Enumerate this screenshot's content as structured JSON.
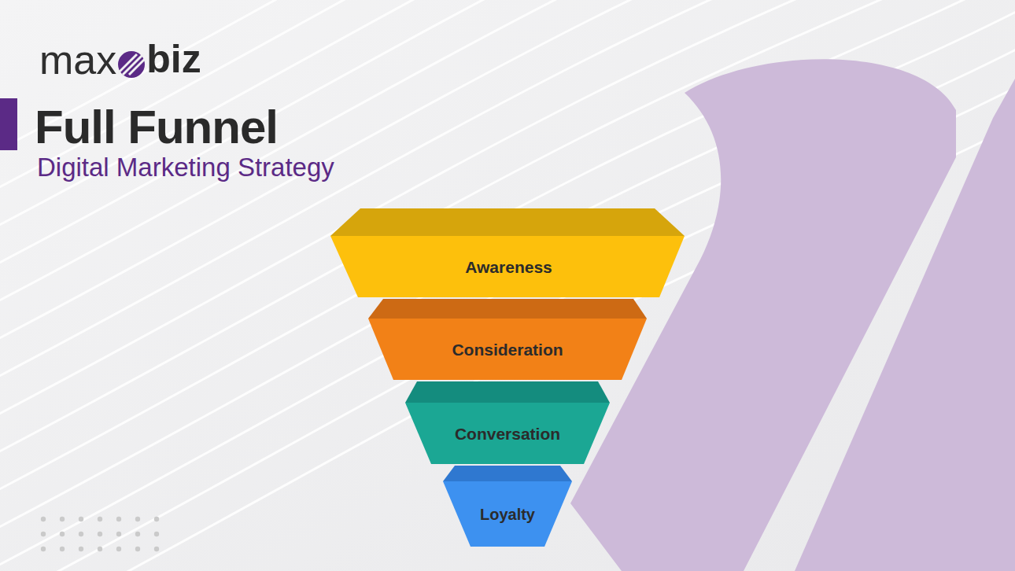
{
  "diagram": {
    "title": "Full Funnel",
    "nodes": [
      {
        "text": [
          "Awareness"
        ]
      },
      {
        "text": [
          "Consideration"
        ]
      },
      {
        "text": [
          "Conversation"
        ]
      },
      {
        "text": [
          "Loyalty"
        ]
      }
    ],
    "labels": [
      "max",
      "biz",
      "Digital Marketing Strategy"
    ]
  }
}
